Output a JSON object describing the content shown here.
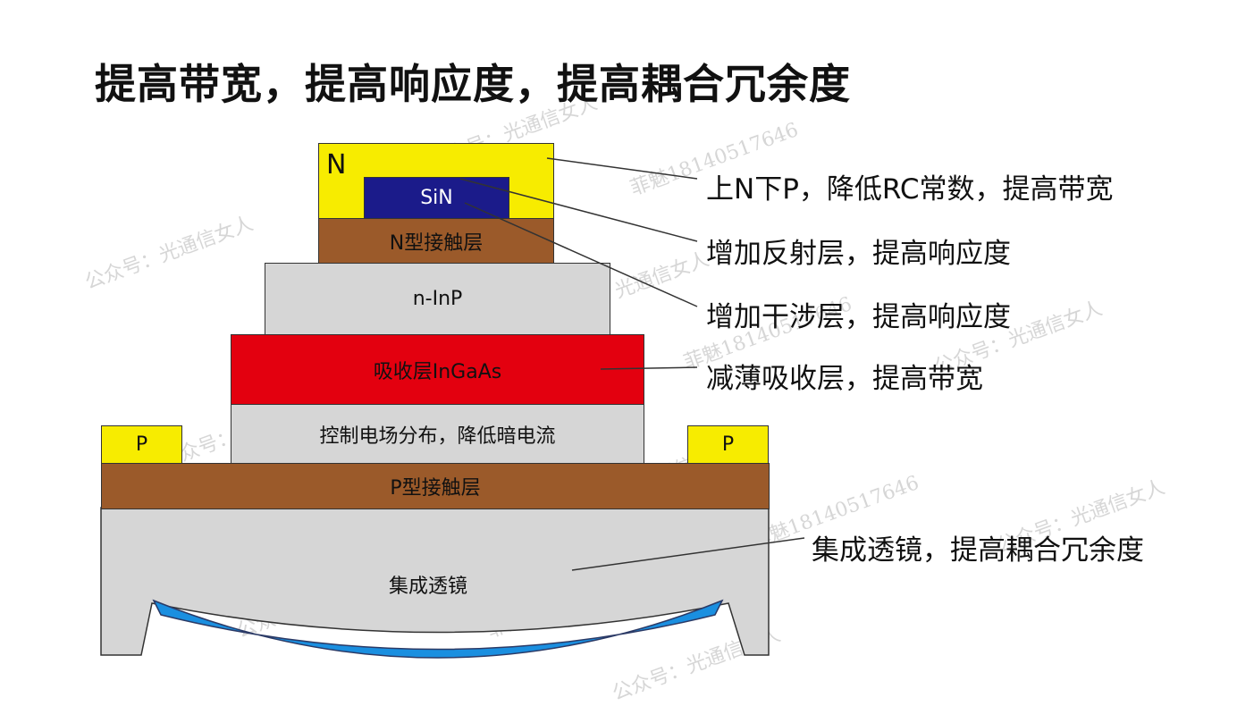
{
  "title": "提高带宽，提高响应度，提高耦合冗余度",
  "layers": {
    "n_contact_label": "N",
    "sin": "SiN",
    "n_contact_layer": "N型接触层",
    "n_inp": "n-InP",
    "absorption": "吸收层InGaAs",
    "control": "控制电场分布，降低暗电流",
    "p_left": "P",
    "p_right": "P",
    "p_contact_layer": "P型接触层",
    "lens": "集成透镜"
  },
  "annotations": {
    "a1": "上N下P，降低RC常数，提高带宽",
    "a2": "增加反射层，提高响应度",
    "a3": "增加干涉层，提高响应度",
    "a4": "减薄吸收层，提高带宽",
    "a5": "集成透镜，提高耦合冗余度"
  },
  "watermarks": {
    "wm1": "公众号：光通信女人",
    "wm2": "菲魅18140517646"
  },
  "colors": {
    "yellow": "#f7ec00",
    "brown": "#9b5a2a",
    "gray": "#d6d6d6",
    "red": "#e3000f",
    "navy": "#1b1b8a",
    "lens_blue": "#1a8fe0"
  }
}
